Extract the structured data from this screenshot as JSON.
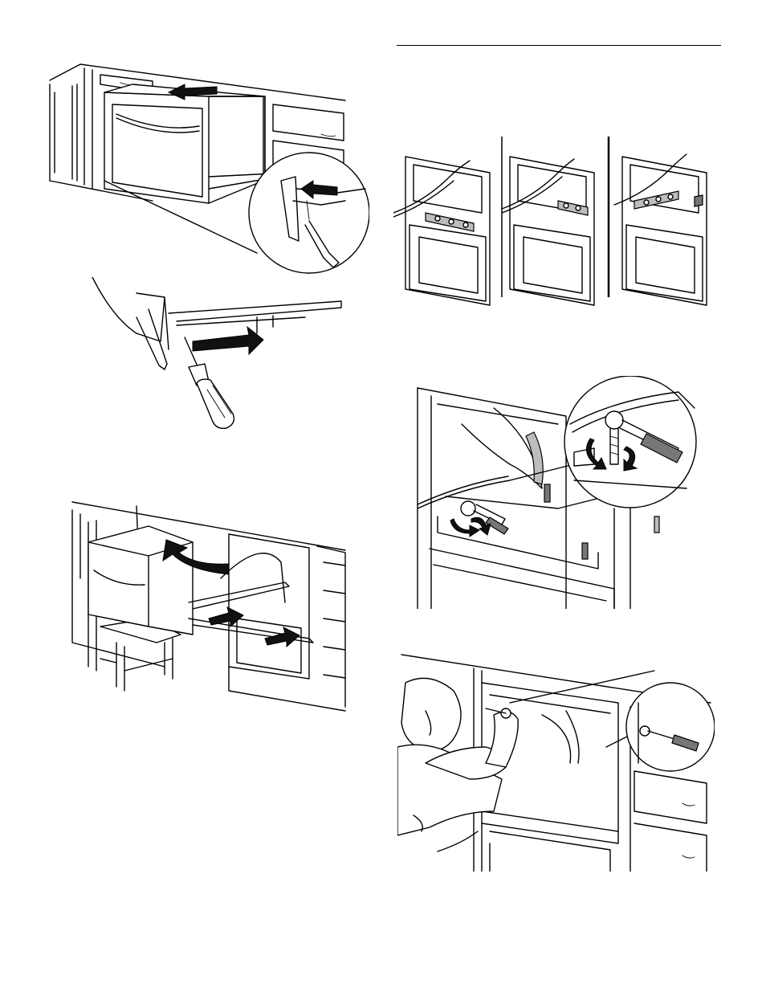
{
  "page": {
    "background": "#ffffff",
    "ink": "#000000"
  },
  "figures": [
    {
      "id": "remove-drawer",
      "icon": "drawer-pull-out-illustration"
    },
    {
      "id": "release-lever",
      "icon": "screwdriver-lever-illustration"
    },
    {
      "id": "lift-tub",
      "icon": "tub-lift-illustration"
    },
    {
      "id": "bracket-positions",
      "icon": "three-panel-bracket-illustration"
    },
    {
      "id": "tighten-screws",
      "icon": "wrench-rotate-illustration"
    },
    {
      "id": "install-screw",
      "icon": "person-screwdriver-illustration"
    }
  ]
}
